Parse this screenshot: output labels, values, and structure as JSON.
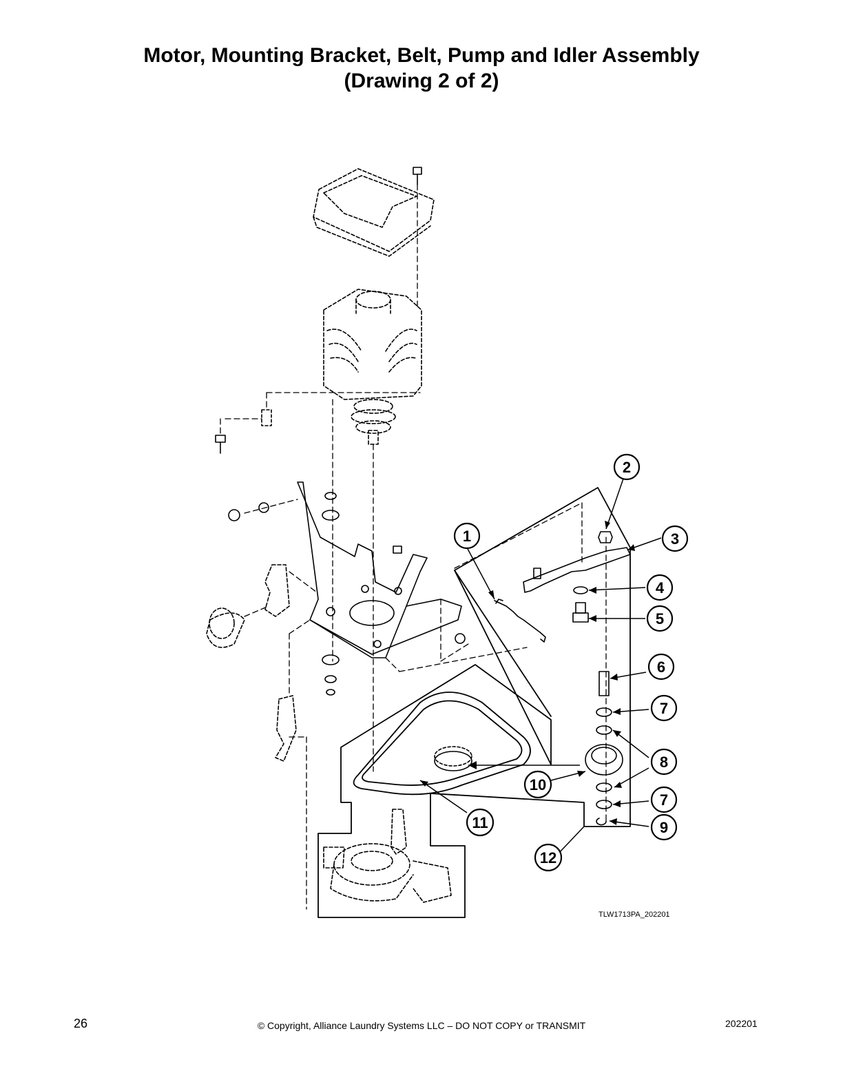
{
  "title": {
    "line1": "Motor, Mounting Bracket, Belt, Pump and Idler Assembly",
    "line2": "(Drawing 2 of 2)"
  },
  "callouts": [
    "1",
    "2",
    "3",
    "4",
    "5",
    "6",
    "7",
    "8",
    "10",
    "7",
    "11",
    "9",
    "12"
  ],
  "drawing_code": "TLW1713PA_202201",
  "footer": {
    "page_number": "26",
    "copyright": "© Copyright, Alliance Laundry Systems LLC – DO NOT COPY or TRANSMIT",
    "doc_number": "202201"
  },
  "colors": {
    "ink": "#000000",
    "paper": "#ffffff"
  }
}
